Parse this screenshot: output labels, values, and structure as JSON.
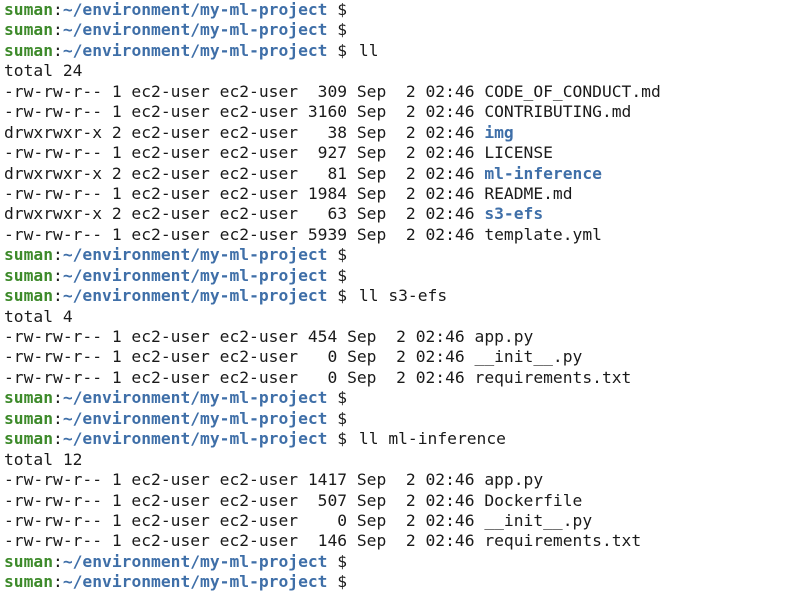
{
  "prompt": {
    "user": "suman",
    "colon": ":",
    "path": "~/environment/my-ml-project",
    "dollar": " $"
  },
  "lines": [
    {
      "type": "prompt",
      "cmd": ""
    },
    {
      "type": "prompt",
      "cmd": ""
    },
    {
      "type": "prompt",
      "cmd": "ll",
      "highlight": true
    },
    {
      "type": "text",
      "text": "total 24"
    },
    {
      "type": "entry",
      "text": "-rw-rw-r-- 1 ec2-user ec2-user  309 Sep  2 02:46 ",
      "name": "CODE_OF_CONDUCT.md",
      "dir": false
    },
    {
      "type": "entry",
      "text": "-rw-rw-r-- 1 ec2-user ec2-user 3160 Sep  2 02:46 ",
      "name": "CONTRIBUTING.md",
      "dir": false
    },
    {
      "type": "entry",
      "text": "drwxrwxr-x 2 ec2-user ec2-user   38 Sep  2 02:46 ",
      "name": "img",
      "dir": true
    },
    {
      "type": "entry",
      "text": "-rw-rw-r-- 1 ec2-user ec2-user  927 Sep  2 02:46 ",
      "name": "LICENSE",
      "dir": false
    },
    {
      "type": "entry",
      "text": "drwxrwxr-x 2 ec2-user ec2-user   81 Sep  2 02:46 ",
      "name": "ml-inference",
      "dir": true
    },
    {
      "type": "entry",
      "text": "-rw-rw-r-- 1 ec2-user ec2-user 1984 Sep  2 02:46 ",
      "name": "README.md",
      "dir": false
    },
    {
      "type": "entry",
      "text": "drwxrwxr-x 2 ec2-user ec2-user   63 Sep  2 02:46 ",
      "name": "s3-efs",
      "dir": true
    },
    {
      "type": "entry",
      "text": "-rw-rw-r-- 1 ec2-user ec2-user 5939 Sep  2 02:46 ",
      "name": "template.yml",
      "dir": false
    },
    {
      "type": "prompt",
      "cmd": ""
    },
    {
      "type": "prompt",
      "cmd": ""
    },
    {
      "type": "prompt",
      "cmd": "ll s3-efs",
      "highlight": true
    },
    {
      "type": "text",
      "text": "total 4"
    },
    {
      "type": "entry",
      "text": "-rw-rw-r-- 1 ec2-user ec2-user 454 Sep  2 02:46 ",
      "name": "app.py",
      "dir": false
    },
    {
      "type": "entry",
      "text": "-rw-rw-r-- 1 ec2-user ec2-user   0 Sep  2 02:46 ",
      "name": "__init__.py",
      "dir": false
    },
    {
      "type": "entry",
      "text": "-rw-rw-r-- 1 ec2-user ec2-user   0 Sep  2 02:46 ",
      "name": "requirements.txt",
      "dir": false
    },
    {
      "type": "prompt",
      "cmd": ""
    },
    {
      "type": "prompt",
      "cmd": ""
    },
    {
      "type": "prompt",
      "cmd": "ll ml-inference",
      "highlight": true
    },
    {
      "type": "text",
      "text": "total 12"
    },
    {
      "type": "entry",
      "text": "-rw-rw-r-- 1 ec2-user ec2-user 1417 Sep  2 02:46 ",
      "name": "app.py",
      "dir": false
    },
    {
      "type": "entry",
      "text": "-rw-rw-r-- 1 ec2-user ec2-user  507 Sep  2 02:46 ",
      "name": "Dockerfile",
      "dir": false
    },
    {
      "type": "entry",
      "text": "-rw-rw-r-- 1 ec2-user ec2-user    0 Sep  2 02:46 ",
      "name": "__init__.py",
      "dir": false
    },
    {
      "type": "entry",
      "text": "-rw-rw-r-- 1 ec2-user ec2-user  146 Sep  2 02:46 ",
      "name": "requirements.txt",
      "dir": false
    },
    {
      "type": "prompt",
      "cmd": ""
    },
    {
      "type": "prompt",
      "cmd": ""
    }
  ],
  "colors": {
    "user": "#3d8a2a",
    "path": "#3f6fa8",
    "directory": "#3f6fa8",
    "highlight_fill": "#c9dcc2",
    "highlight_border": "#62d255",
    "text": "#1a1a1a",
    "background": "#ffffff"
  }
}
